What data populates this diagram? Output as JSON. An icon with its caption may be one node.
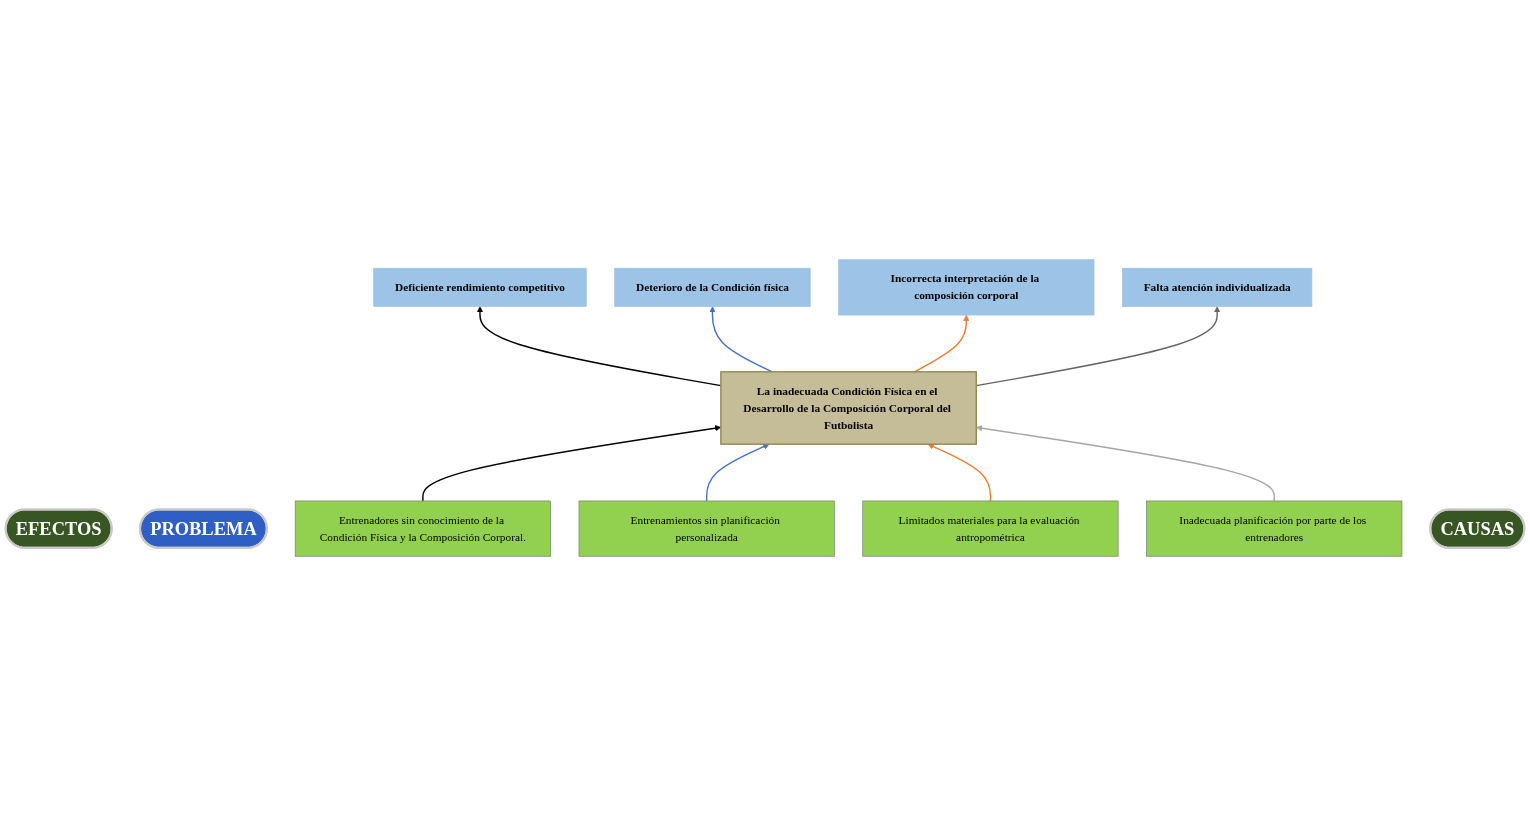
{
  "diagram": {
    "nodes": [
      {
        "text": [
          "EFECTOS"
        ]
      },
      {
        "text": [
          "Deficiente rendimiento competitivo"
        ]
      },
      {
        "text": [
          "Deterioro de la Condición física"
        ]
      },
      {
        "text": [
          "Incorrecta interpretación de la composición corporal"
        ]
      },
      {
        "text": [
          "Falta atención individualizada"
        ]
      },
      {
        "text": [
          "PROBLEMA"
        ]
      },
      {
        "text": [
          "La inadecuada Condición Física en el Desarrollo de la Composición Corporal del Futbolista"
        ]
      },
      {
        "text": [
          "Entrenadores sin conocimiento de la Condición Física y la Composición Corporal."
        ]
      },
      {
        "text": [
          "Entrenamientos sin planificación personalizada"
        ]
      },
      {
        "text": [
          "Limitados materiales para la evaluación antropométrica"
        ]
      },
      {
        "text": [
          "Inadecuada planificación por parte de los entrenadores"
        ]
      },
      {
        "text": [
          "CAUSAS"
        ]
      }
    ],
    "edges": [
      {
        "from": 6,
        "to": 1,
        "arrow": "to",
        "color": "#000000"
      },
      {
        "from": 6,
        "to": 2,
        "arrow": "to",
        "color": "#4472c4"
      },
      {
        "from": 6,
        "to": 3,
        "arrow": "to",
        "color": "#ed7d31"
      },
      {
        "from": 6,
        "to": 4,
        "arrow": "to",
        "color": "#666666"
      },
      {
        "from": 7,
        "to": 6,
        "arrow": "to",
        "color": "#000000"
      },
      {
        "from": 8,
        "to": 6,
        "arrow": "to",
        "color": "#4472c4"
      },
      {
        "from": 9,
        "to": 6,
        "arrow": "to",
        "color": "#ed7d31"
      },
      {
        "from": 10,
        "to": 6,
        "arrow": "to",
        "color": "#a6a6a6"
      }
    ]
  }
}
